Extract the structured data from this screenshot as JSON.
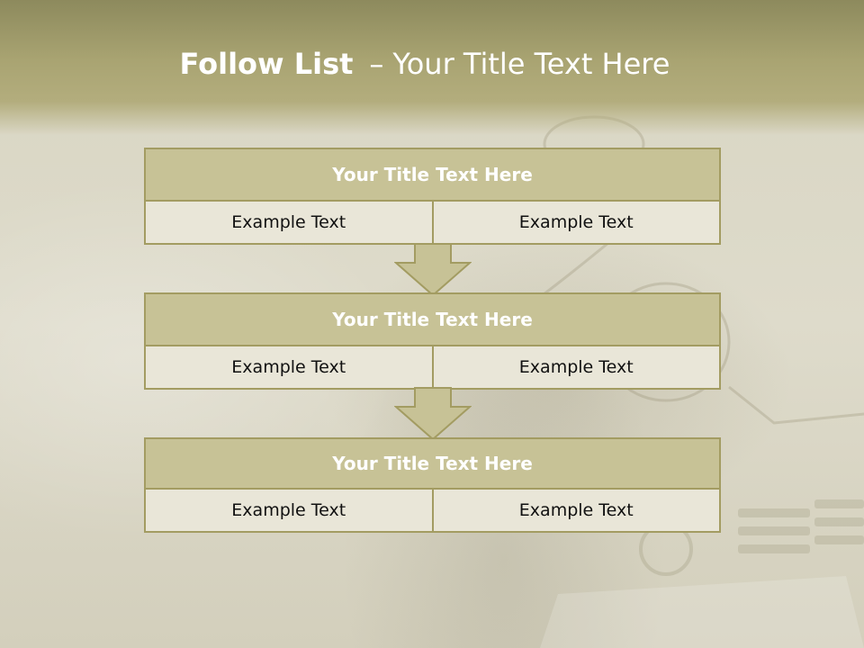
{
  "header": {
    "title_bold": "Follow List",
    "title_separator": "–",
    "title_rest": "Your Title Text Here"
  },
  "blocks": [
    {
      "title": "Your Title Text Here",
      "cells": [
        "Example Text",
        "Example Text"
      ]
    },
    {
      "title": "Your Title Text Here",
      "cells": [
        "Example Text",
        "Example Text"
      ]
    },
    {
      "title": "Your Title Text Here",
      "cells": [
        "Example Text",
        "Example Text"
      ]
    }
  ],
  "colors": {
    "header_band": "#a9a472",
    "block_title_fill": "#c7c296",
    "block_border": "#a39c62",
    "cell_fill": "#e9e6d8",
    "arrow_fill": "#c7c296"
  }
}
